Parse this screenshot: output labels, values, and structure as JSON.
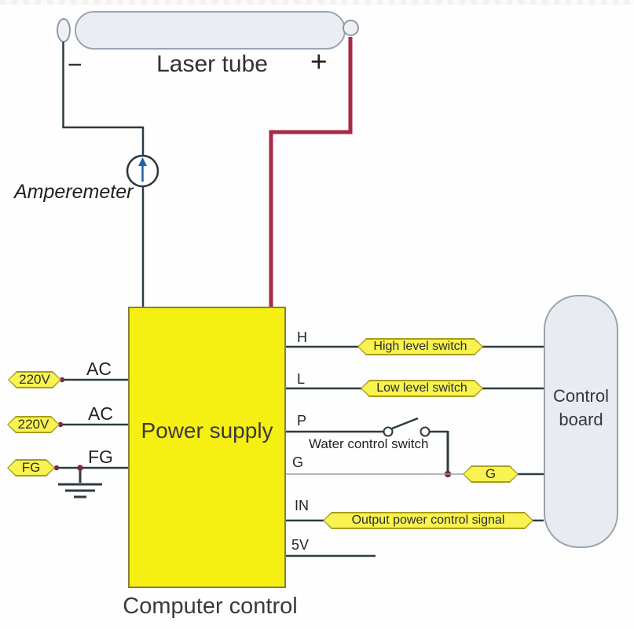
{
  "diagram": {
    "laser_tube": {
      "label": "Laser tube",
      "minus_terminal": "−",
      "plus_terminal": "+"
    },
    "amperemeter_label": "Amperemeter",
    "power_supply_label": "Power supply",
    "computer_control_caption": "Computer control",
    "control_board": {
      "line1": "Control",
      "line2": "board"
    },
    "left_inputs": [
      {
        "tag": "220V",
        "wire_label": "AC"
      },
      {
        "tag": "220V",
        "wire_label": "AC"
      },
      {
        "tag": "FG",
        "wire_label": "FG"
      }
    ],
    "terminals": [
      {
        "pin": "H",
        "tag": "High level switch"
      },
      {
        "pin": "L",
        "tag": "Low level switch"
      },
      {
        "pin": "P",
        "switch_label": "Water control switch"
      },
      {
        "pin": "G",
        "tag": "G"
      },
      {
        "pin": "IN",
        "tag": "Output power control signal"
      },
      {
        "pin": "5V"
      }
    ],
    "colors": {
      "power_supply_fill": "#f6ef12",
      "tag_fill": "#f8f350",
      "board_fill": "#e8ecf1",
      "wire": "#2c3c42",
      "hv_wire": "#a52b46",
      "dot": "#7b2840",
      "arrow_blue": "#2160a5"
    }
  }
}
